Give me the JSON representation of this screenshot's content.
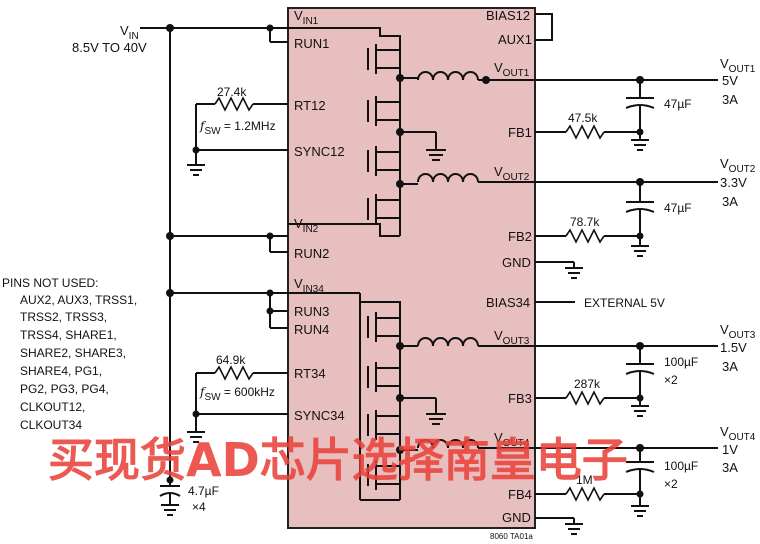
{
  "ic": {
    "left_pins": {
      "vin1": [
        "V",
        "IN1"
      ],
      "run1": "RUN1",
      "rt12": "RT12",
      "sync12": "SYNC12",
      "vin2": [
        "V",
        "IN2"
      ],
      "run2": "RUN2",
      "vin34": [
        "V",
        "IN34"
      ],
      "run3": "RUN3",
      "run4": "RUN4",
      "rt34": "RT34",
      "sync34": "SYNC34"
    },
    "right_pins": {
      "bias12": "BIAS12",
      "aux1": "AUX1",
      "vout1": [
        "V",
        "OUT1"
      ],
      "fb1": "FB1",
      "vout2": [
        "V",
        "OUT2"
      ],
      "fb2": "FB2",
      "gnd_a": "GND",
      "bias34": "BIAS34",
      "vout3": [
        "V",
        "OUT3"
      ],
      "fb3": "FB3",
      "vout4": [
        "V",
        "OUT4"
      ],
      "fb4": "FB4",
      "gnd_b": "GND"
    },
    "part_code": "8060 TA01a"
  },
  "input": {
    "label": [
      "V",
      "IN"
    ],
    "range": "8.5V TO 40V",
    "cap_value": "4.7µF",
    "cap_count": "×4"
  },
  "timing": {
    "r12": "27.4k",
    "f12": [
      "f",
      "SW",
      " = 1.2MHz"
    ],
    "r34": "64.9k",
    "f34": [
      "f",
      "SW",
      " = 600kHz"
    ]
  },
  "outputs": [
    {
      "label": [
        "V",
        "OUT1"
      ],
      "voltage": "5V",
      "current": "3A",
      "fb_resistor": "47.5k",
      "cap": "47µF",
      "cap_count": ""
    },
    {
      "label": [
        "V",
        "OUT2"
      ],
      "voltage": "3.3V",
      "current": "3A",
      "fb_resistor": "78.7k",
      "cap": "47µF",
      "cap_count": ""
    },
    {
      "label": [
        "V",
        "OUT3"
      ],
      "voltage": "1.5V",
      "current": "3A",
      "fb_resistor": "287k",
      "cap": "100µF",
      "cap_count": "×2"
    },
    {
      "label": [
        "V",
        "OUT4"
      ],
      "voltage": "1V",
      "current": "3A",
      "fb_resistor": "1M",
      "cap": "100µF",
      "cap_count": "×2"
    }
  ],
  "bias34_source": "EXTERNAL 5V",
  "unused_pins": {
    "heading": "PINS NOT USED:",
    "lines": [
      "AUX2, AUX3, TRSS1,",
      "TRSS2, TRSS3,",
      "TRSS4, SHARE1,",
      "SHARE2, SHARE3,",
      "SHARE4, PG1,",
      "PG2, PG3, PG4,",
      "CLKOUT12,",
      "CLKOUT34"
    ]
  },
  "watermark": "买现货AD芯片选择南皇电子",
  "colors": {
    "ic_fill": "#e8bfbf",
    "ic_stroke": "#222222",
    "wire": "#111111",
    "watermark": "#e8423a"
  }
}
